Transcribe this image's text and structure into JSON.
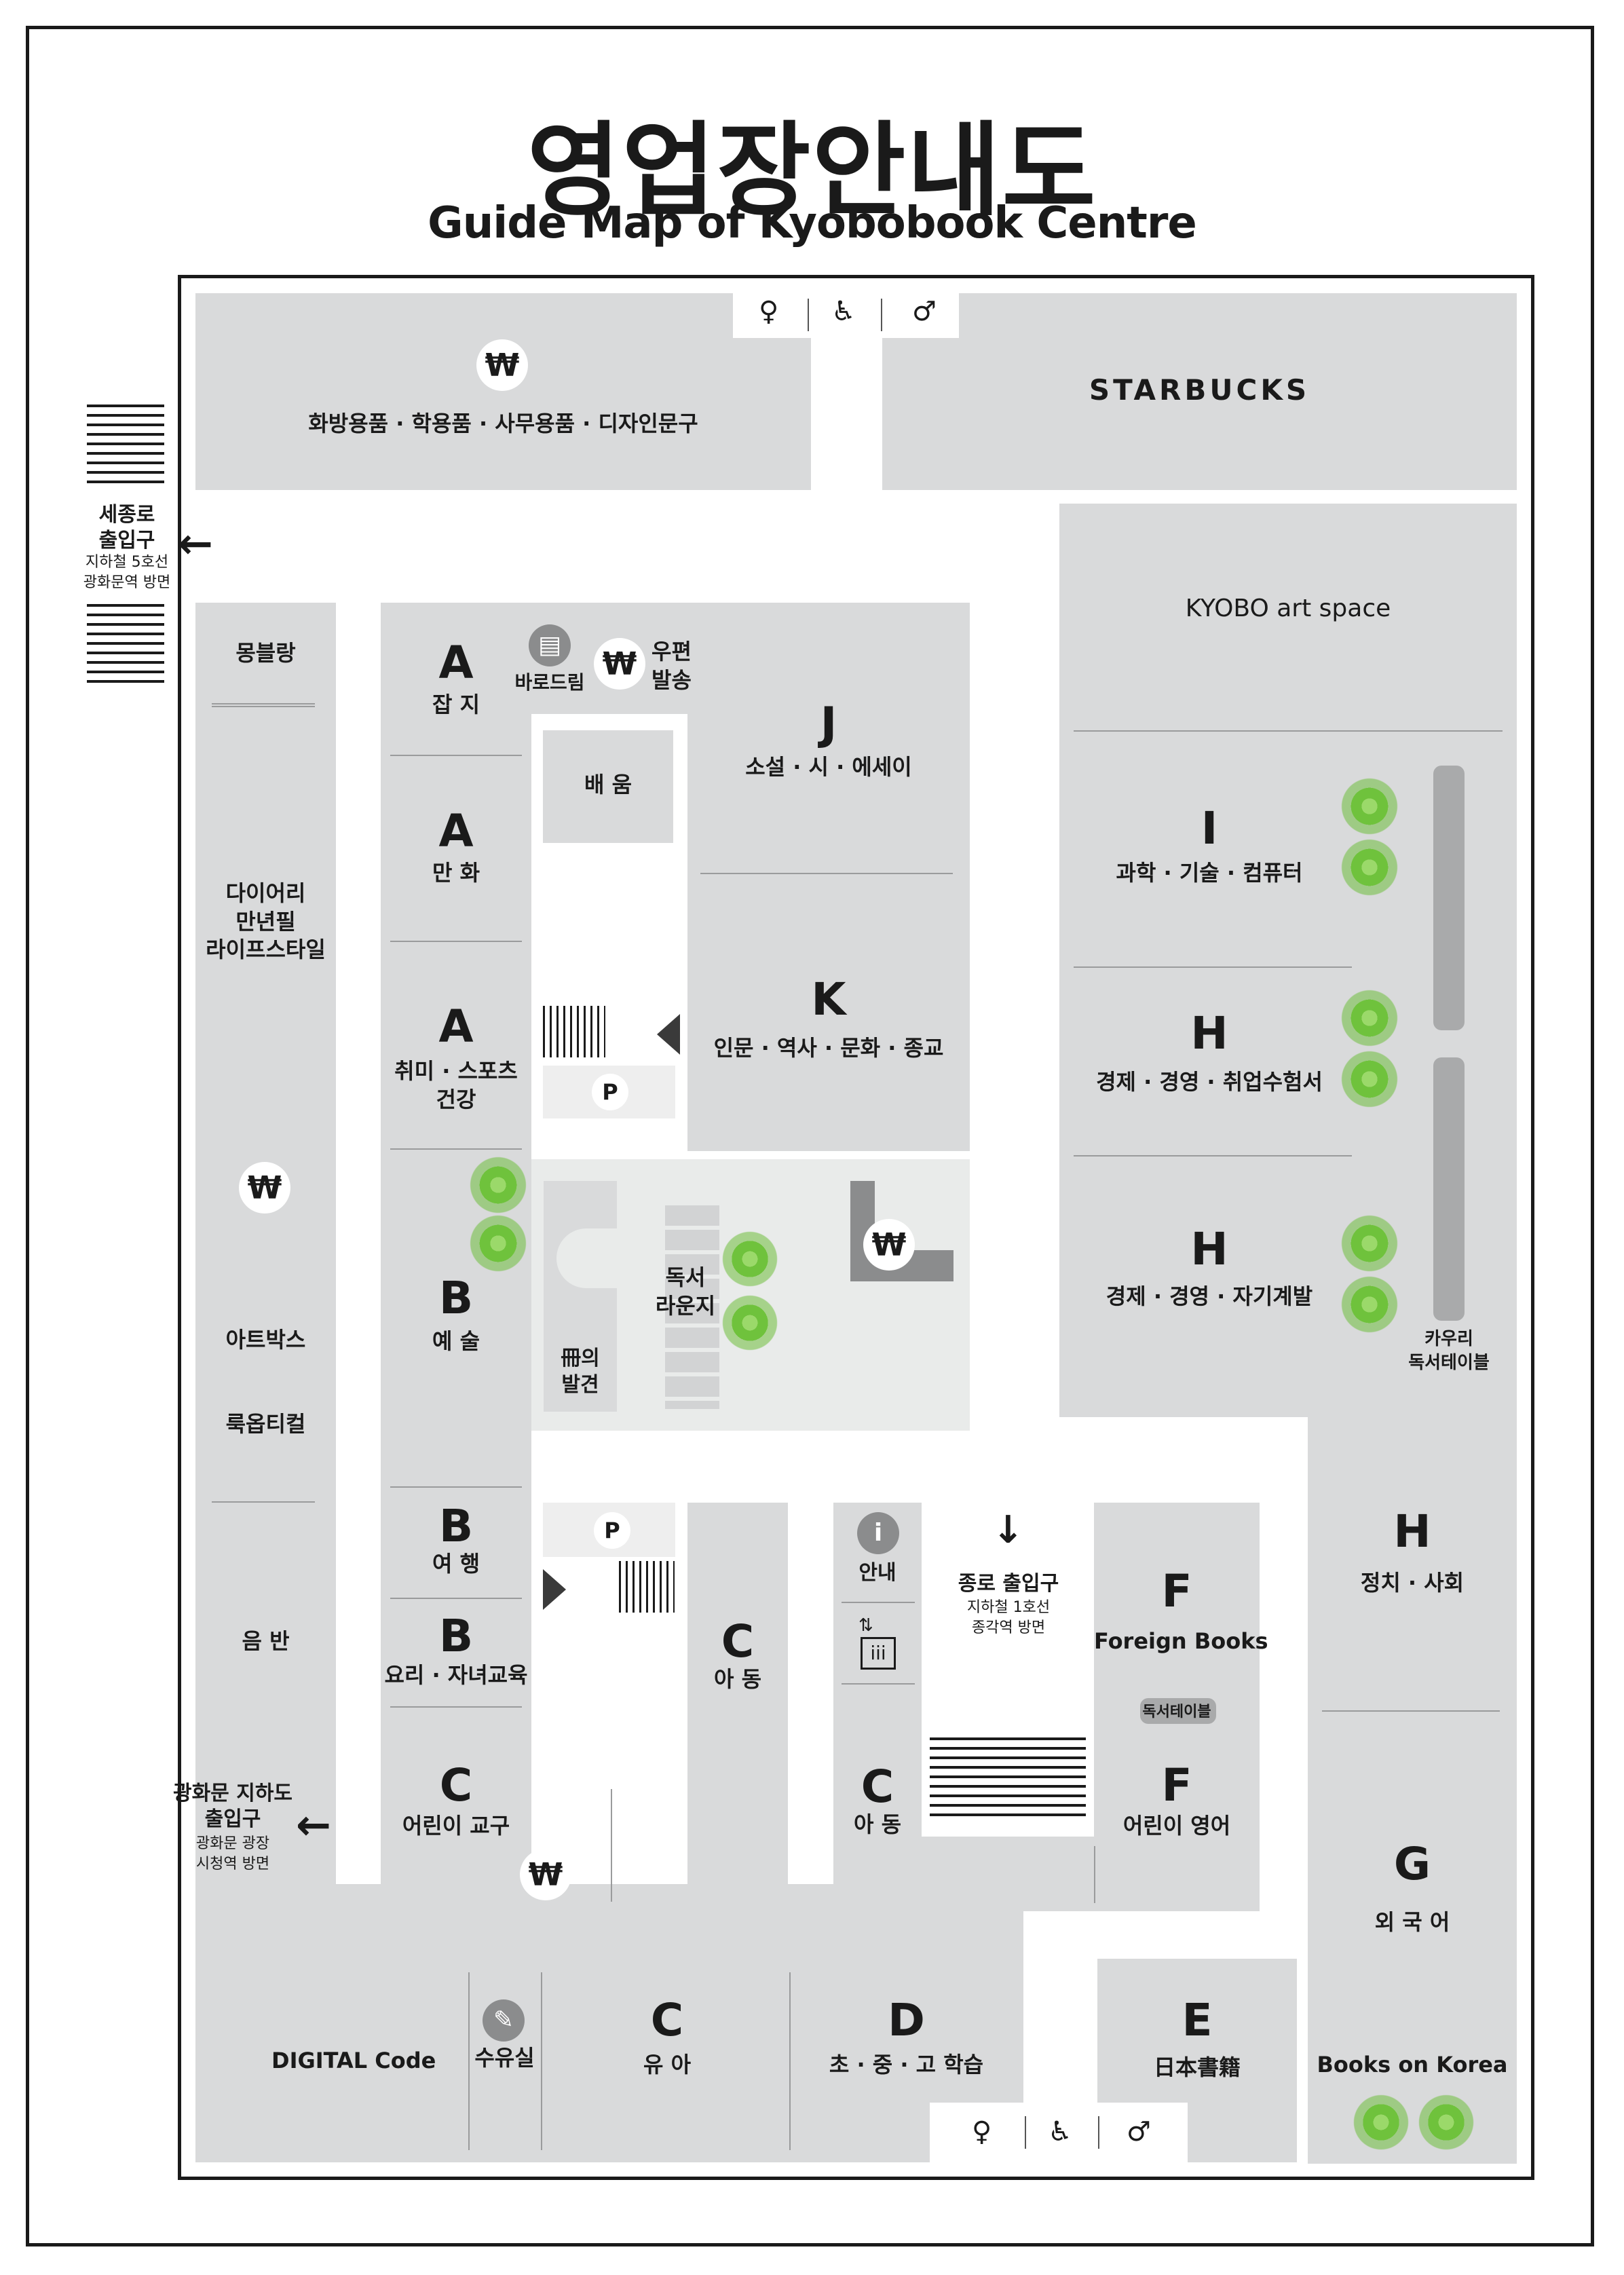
{
  "header": {
    "title_ko": "영업장안내도",
    "title_en": "Guide Map of Kyobobook Centre"
  },
  "zones": {
    "stationery": "화방용품 · 학용품 · 사무용품 · 디자인문구",
    "starbucks": "STARBUCKS",
    "kyobo_art": "KYOBO art space",
    "montblanc": "몽블랑",
    "diary": "다이어리\n만년필\n라이프스타일",
    "artbox": "아트박스",
    "lookoptical": "룩옵티컬",
    "records": "음 반",
    "digital": "DIGITAL Code",
    "nursing": "수유실",
    "a1_letter": "A",
    "a1_label": "잡 지",
    "a2_letter": "A",
    "a2_label": "만 화",
    "a3_letter": "A",
    "a3_label": "취미 · 스포츠\n건강",
    "barodream": "바로드림",
    "post": "우편\n발송",
    "learning": "배 움",
    "j_letter": "J",
    "j_label": "소설 · 시 · 에세이",
    "k_letter": "K",
    "k_label": "인문 · 역사 · 문화 · 종교",
    "b1_letter": "B",
    "b1_label": "예 술",
    "b2_letter": "B",
    "b2_label": "여 행",
    "b3_letter": "B",
    "b3_label": "요리 · 자녀교육",
    "lounge": "독서\n라운지",
    "book_discovery": "冊의\n발견",
    "c1_letter": "C",
    "c1_label": "어린이 교구",
    "c2_letter": "C",
    "c2_label": "아 동",
    "c3_letter": "C",
    "c3_label": "아 동",
    "c4_letter": "C",
    "c4_label": "유 아",
    "d_letter": "D",
    "d_label": "초 · 중 · 고 학습",
    "e_letter": "E",
    "e_label": "日本書籍",
    "f1_letter": "F",
    "f1_label": "Foreign Books",
    "reading_table": "독서테이블",
    "f2_letter": "F",
    "f2_label": "어린이 영어",
    "i_letter": "I",
    "i_label": "과학 · 기술 · 컴퓨터",
    "h1_letter": "H",
    "h1_label": "경제 · 경영 · 취업수험서",
    "h2_letter": "H",
    "h2_label": "경제 · 경영 · 자기계발",
    "h3_letter": "H",
    "h3_label": "정치 · 사회",
    "kauri": "카우리\n독서테이블",
    "g_letter": "G",
    "g_label": "외 국 어",
    "books_korea": "Books on Korea",
    "info": "안내",
    "parking": "P",
    "won": "₩",
    "info_icon": "i"
  },
  "exits": {
    "sejong_title": "세종로\n출입구",
    "sejong_sub": "지하철 5호선\n광화문역 방면",
    "gwanghwamun_title": "광화문 지하도\n출입구",
    "gwanghwamun_sub": "광화문 광장\n시청역 방면",
    "jongno_title": "종로 출입구",
    "jongno_sub": "지하철 1호선\n종각역 방면"
  },
  "icons": {
    "won": "won-sign-icon",
    "restroom_female": "female-restroom-icon",
    "restroom_male": "male-restroom-icon",
    "accessible": "wheelchair-icon",
    "barodream": "book-icon",
    "info": "info-icon",
    "elevator": "elevator-icon",
    "nursing": "baby-bottle-icon",
    "parking": "parking-icon",
    "arrow": "arrow-icon"
  },
  "colors": {
    "block": "#d9dadb",
    "lounge": "#e9ebea",
    "plant": "#6fc23c",
    "text": "#1a1a1a"
  }
}
